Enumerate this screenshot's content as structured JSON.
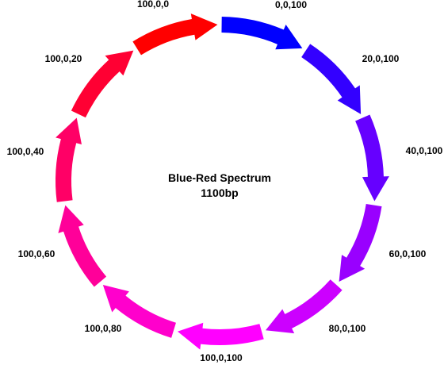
{
  "diagram": {
    "title": "Blue-Red Spectrum",
    "length": "1100bp",
    "features": [
      {
        "label": "0,0,100",
        "color": "#0000ff"
      },
      {
        "label": "20,0,100",
        "color": "#3300ff"
      },
      {
        "label": "40,0,100",
        "color": "#6600ff"
      },
      {
        "label": "60,0,100",
        "color": "#9900ff"
      },
      {
        "label": "80,0,100",
        "color": "#cc00ff"
      },
      {
        "label": "100,0,100",
        "color": "#ff00ff"
      },
      {
        "label": "100,0,80",
        "color": "#ff00cc"
      },
      {
        "label": "100,0,60",
        "color": "#ff0099"
      },
      {
        "label": "100,0,40",
        "color": "#ff0066"
      },
      {
        "label": "100,0,20",
        "color": "#ff0033"
      },
      {
        "label": "100,0,0",
        "color": "#ff0000"
      }
    ]
  }
}
